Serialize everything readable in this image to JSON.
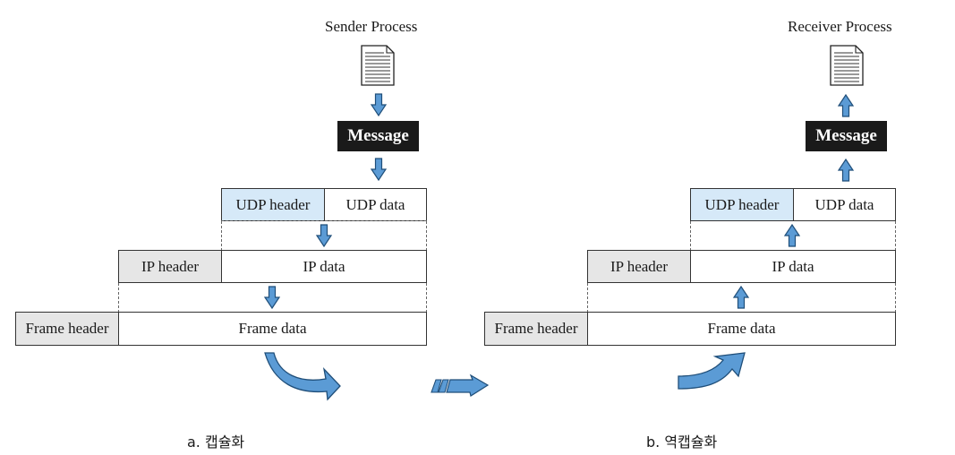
{
  "encapsulation": {
    "process_title": "Sender Process",
    "message": "Message",
    "udp_header": "UDP header",
    "udp_data": "UDP data",
    "ip_header": "IP header",
    "ip_data": "IP data",
    "frame_header": "Frame header",
    "frame_data": "Frame data",
    "caption": "a. 캡슐화"
  },
  "decapsulation": {
    "process_title": "Receiver Process",
    "message": "Message",
    "udp_header": "UDP header",
    "udp_data": "UDP data",
    "ip_header": "IP header",
    "ip_data": "IP data",
    "frame_header": "Frame header",
    "frame_data": "Frame data",
    "caption": "b. 역캡슐화"
  },
  "colors": {
    "arrow_fill": "#5b9bd5",
    "arrow_stroke": "#1f4e79",
    "udp_header_bg": "#d6e9f8",
    "ip_frame_header_bg": "#e6e6e6",
    "message_bg": "#1a1a1a"
  },
  "icons": [
    "document-icon",
    "arrow-down-icon",
    "arrow-up-icon",
    "curved-arrow-icon",
    "transmission-arrow-icon"
  ]
}
